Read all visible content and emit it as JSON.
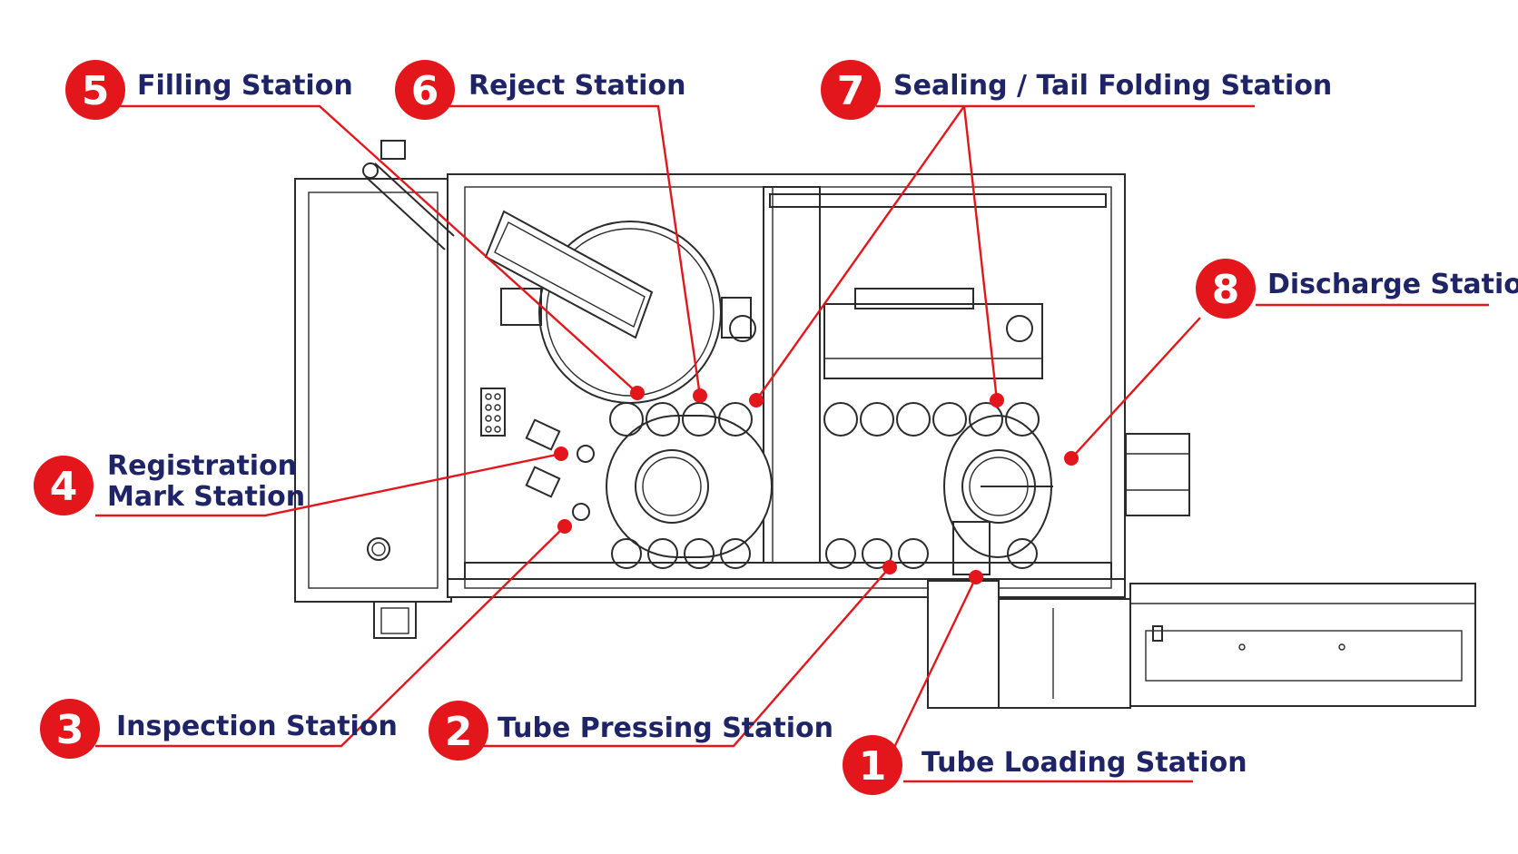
{
  "theme": {
    "accent": "#e3161b",
    "label_color": "#1f2466",
    "line_color": "#2b2b2b",
    "background": "#ffffff"
  },
  "stations": [
    {
      "number": "1",
      "label": "Tube Loading Station"
    },
    {
      "number": "2",
      "label": "Tube Pressing Station"
    },
    {
      "number": "3",
      "label": "Inspection Station"
    },
    {
      "number": "4",
      "label_line1": "Registration",
      "label_line2": "Mark Station"
    },
    {
      "number": "5",
      "label": "Filling Station"
    },
    {
      "number": "6",
      "label": "Reject Station"
    },
    {
      "number": "7",
      "label": "Sealing / Tail Folding Station"
    },
    {
      "number": "8",
      "label": "Discharge Station"
    }
  ]
}
